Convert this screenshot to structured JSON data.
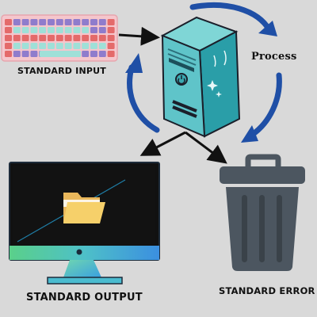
{
  "labels": {
    "input": "STANDARD INPUT",
    "output": "STANDARD OUTPUT",
    "error": "STANDARD ERROR",
    "process": "Process"
  },
  "icons": {
    "keyboard": "keyboard-icon",
    "computer": "computer-tower-icon",
    "monitor": "monitor-icon",
    "folder": "folder-icon",
    "trash": "trash-can-icon"
  },
  "colors": {
    "background": "#d9d9d9",
    "cycle_arrows": "#1f4fa6",
    "flow_arrows": "#111111",
    "tower": "#5fc4c9",
    "keyboard_body": "#f5c6cc",
    "trash": "#4c5660"
  }
}
